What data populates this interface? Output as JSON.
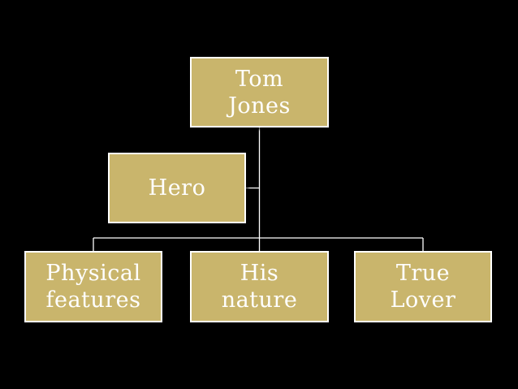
{
  "diagram": {
    "root": {
      "label": "Tom\nJones"
    },
    "assistant": {
      "label": "Hero"
    },
    "children": [
      {
        "label": "Physical\nfeatures"
      },
      {
        "label": "His\nnature"
      },
      {
        "label": "True\nLover"
      }
    ]
  },
  "colors": {
    "background": "#000000",
    "node_fill": "#c9b56c",
    "node_border": "#ffffff",
    "text": "#ffffff",
    "connector": "#ffffff"
  }
}
